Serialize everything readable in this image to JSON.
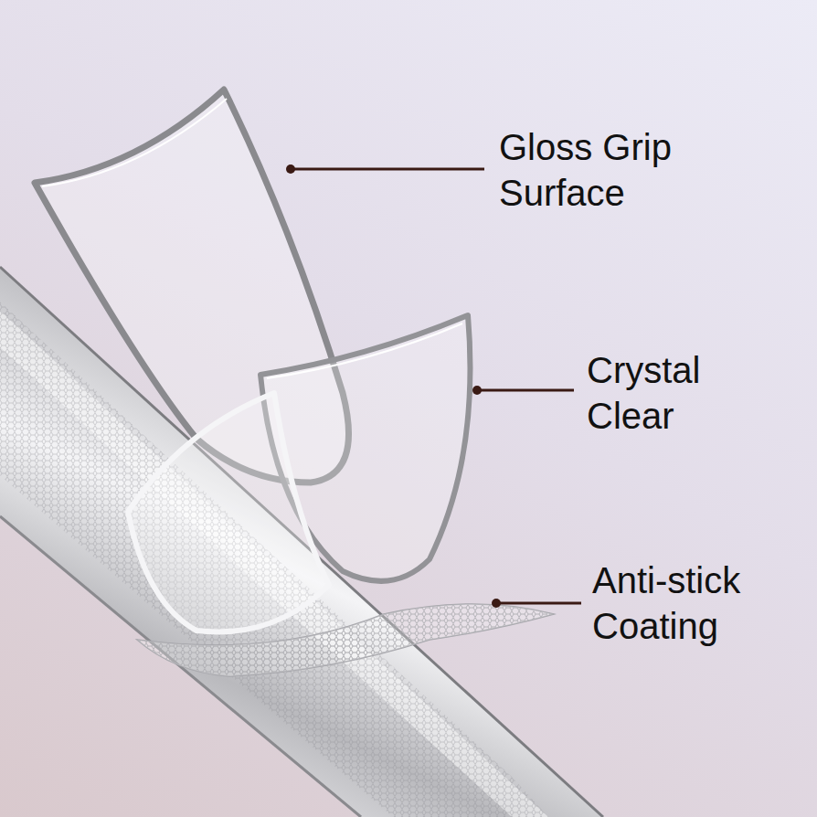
{
  "diagram": {
    "labels": [
      "Gloss Grip Surface",
      "Crystal Clear",
      "Anti-stick Coating"
    ]
  }
}
